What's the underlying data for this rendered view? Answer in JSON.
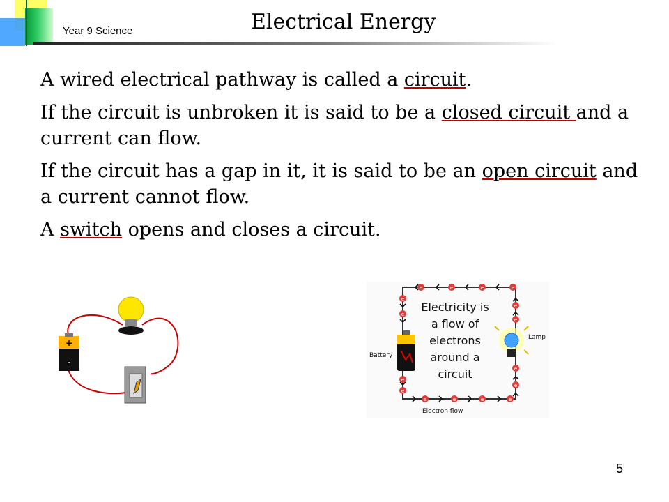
{
  "header": {
    "subject": "Year 9 Science",
    "title": "Electrical Energy"
  },
  "body": {
    "line1": {
      "before": "A wired electrical pathway is called a ",
      "term": "circuit",
      "after": "."
    },
    "line2": {
      "before": "If the circuit is unbroken it is said to be a ",
      "term": "closed circuit ",
      "after": "and a current can flow."
    },
    "line3": {
      "before": "If the circuit has a gap in it, it is said to be an ",
      "term": "open circuit",
      "after": " and a current cannot flow."
    },
    "line4": {
      "before": "A ",
      "term": "switch",
      "after": " opens and closes a circuit."
    }
  },
  "diagram": {
    "battery_plus": "+",
    "battery_minus": "-",
    "center_text": [
      "Electricity is",
      "a flow of",
      "electrons",
      "around a",
      "circuit"
    ],
    "battery_label": "Battery",
    "lamp_label": "Lamp",
    "flow_label": "Electron flow",
    "electron_symbol": "e"
  },
  "footer": {
    "slide_number": "5"
  }
}
